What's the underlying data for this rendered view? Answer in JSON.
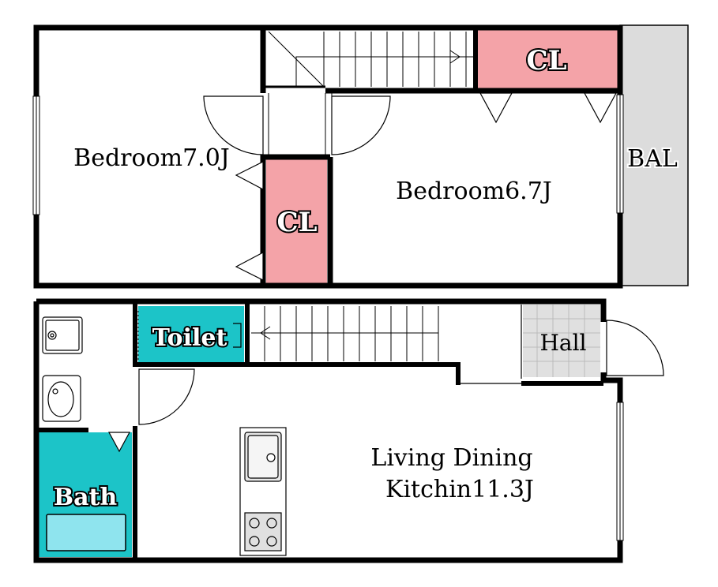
{
  "floor_plan": {
    "upper_floor": {
      "bedroom_7": "Bedroom7.0J",
      "bedroom_6": "Bedroom6.7J",
      "closet_top": "CL",
      "closet_mid": "CL",
      "balcony": "BAL"
    },
    "lower_floor": {
      "toilet": "Toilet",
      "hall": "Hall",
      "bath": "Bath",
      "ldk_line1": "Living Dining",
      "ldk_line2": "Kitchin11.3J"
    },
    "colors": {
      "closet": "#f4a3a8",
      "wet_area": "#1cc4c8",
      "bathtub": "#8fe4ee",
      "balcony": "#dcdcdc",
      "hall_tile": "#e0e0e0",
      "wall": "#000000"
    }
  }
}
